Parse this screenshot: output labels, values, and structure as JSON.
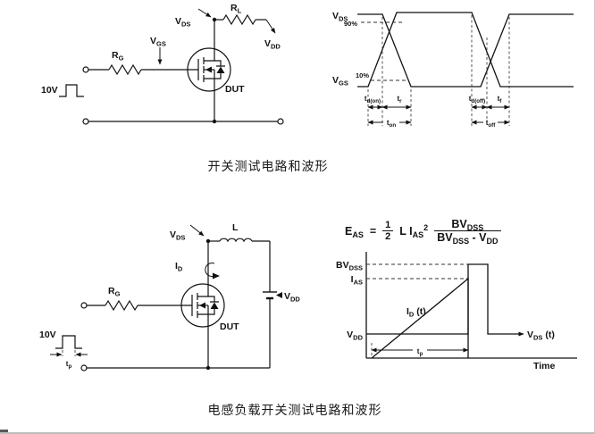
{
  "page": {
    "captions": {
      "switching": "开关测试电路和波形",
      "inductive": "电感负载开关测试电路和波形"
    }
  },
  "c1": {
    "vds_m": "V",
    "vds_s": "DS",
    "rl_m": "R",
    "rl_s": "L",
    "vdd_m": "V",
    "vdd_s": "DD",
    "vgs_m": "V",
    "vgs_s": "GS",
    "rg_m": "R",
    "rg_s": "G",
    "pulse": "10V",
    "dut": "DUT"
  },
  "w1": {
    "vds_m": "V",
    "vds_s": "DS",
    "vgs_m": "V",
    "vgs_s": "GS",
    "p90": "90%",
    "p10": "10%",
    "tdon_m": "t",
    "tdon_s": "d(on)",
    "tr_m": "t",
    "tr_s": "r",
    "ton_m": "t",
    "ton_s": "on",
    "tdoff_m": "t",
    "tdoff_s": "d(off)",
    "tf_m": "t",
    "tf_s": "f",
    "toff_m": "t",
    "toff_s": "off"
  },
  "c2": {
    "vds_m": "V",
    "vds_s": "DS",
    "l": "L",
    "id_m": "I",
    "id_s": "D",
    "rg_m": "R",
    "rg_s": "G",
    "vdd_m": "V",
    "vdd_s": "DD",
    "dut": "DUT",
    "pulse": "10V",
    "tp_m": "t",
    "tp_s": "p"
  },
  "eq": {
    "e_m": "E",
    "e_s": "AS",
    "equals": "=",
    "half_n": "1",
    "half_d": "2",
    "li_m": "L I",
    "li_s": "AS",
    "li_sup": "2",
    "num_m": "BV",
    "num_s": "DSS",
    "den_m1": "BV",
    "den_s1": "DSS",
    "den_m2": " - V",
    "den_s2": "DD"
  },
  "g2": {
    "bvdss_m": "BV",
    "bvdss_s": "DSS",
    "ias_m": "I",
    "ias_s": "AS",
    "idt_m": "I",
    "idt_s": "D",
    "idt_t": " (t)",
    "vdd_m": "V",
    "vdd_s": "DD",
    "vdst_m": "V",
    "vdst_s": "DS",
    "vdst_t": " (t)",
    "tp_m": "t",
    "tp_s": "p",
    "time": "Time"
  }
}
